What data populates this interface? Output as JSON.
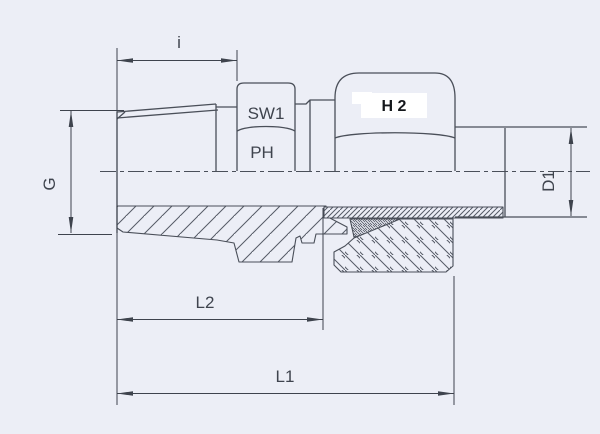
{
  "drawing": {
    "title": "threaded male stud fitting - dimensional drawing",
    "background_color": "#eceef6",
    "line_color": "#4a4f59",
    "dimension_color": "#3e434d",
    "highlight_box_color": "#ffffff",
    "highlight_text_color": "#14171b",
    "labels": {
      "thread_length": "i",
      "thread_size": "G",
      "wrench_flat_1": "SW1",
      "thread_type": "PH",
      "nut_wrench_size": "H 2",
      "tube_outer_diameter": "D1",
      "length_to_tube_stop": "L2",
      "overall_length": "L1"
    }
  }
}
